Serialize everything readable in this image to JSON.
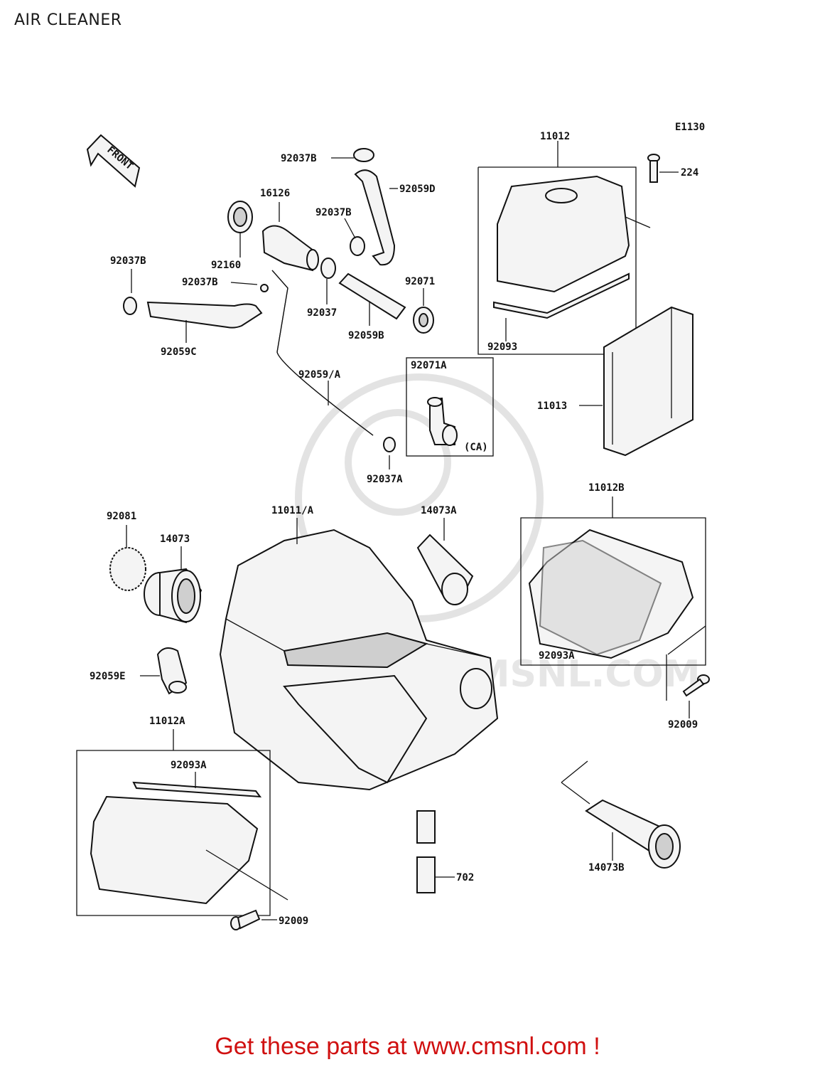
{
  "page": {
    "title": "AIR CLEANER",
    "footer": "Get these parts at www.cmsnl.com !",
    "diagram_code": "E1130",
    "front_label": "FRONT",
    "watermark": "WWW.CMSNL.COM"
  },
  "parts": {
    "p11012": "11012",
    "p224": "224",
    "p92037B_top": "92037B",
    "p92059D": "92059D",
    "p16126": "16126",
    "p92037B_mid": "92037B",
    "p92160": "92160",
    "p92037B_left": "92037B",
    "p92037B_small": "92037B",
    "p92071": "92071",
    "p92037": "92037",
    "p92059B": "92059B",
    "p92093": "92093",
    "p92059C": "92059C",
    "p92071A": "92071A",
    "pCA": "(CA)",
    "p92059A": "92059/A",
    "p11013": "11013",
    "p92037A": "92037A",
    "p11012B": "11012B",
    "p92081": "92081",
    "p11011A": "11011/A",
    "p14073A": "14073A",
    "p14073": "14073",
    "p92093A_right": "92093A",
    "p92059E": "92059E",
    "p92009_right": "92009",
    "p11012A": "11012A",
    "p92093A_left": "92093A",
    "p702": "702",
    "p14073B": "14073B",
    "p92009_bottom": "92009"
  }
}
